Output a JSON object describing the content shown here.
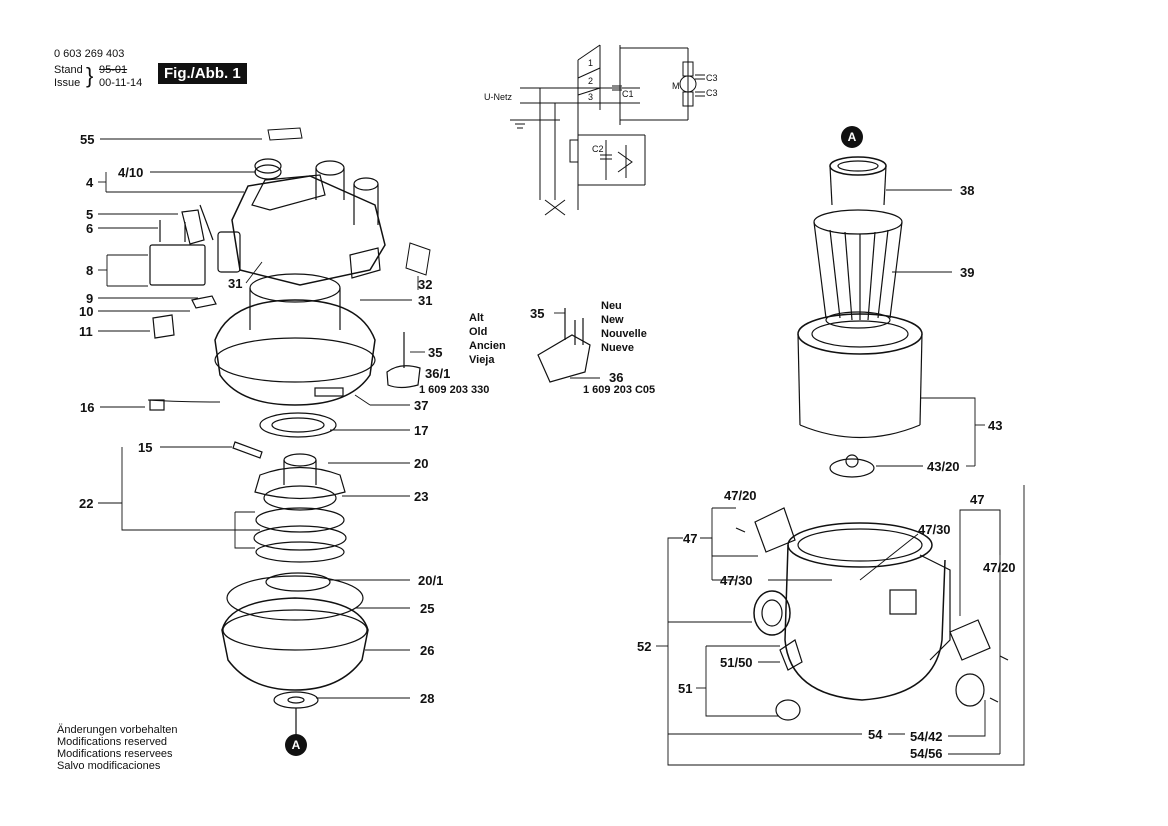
{
  "header": {
    "part_no": "0 603 269 403",
    "stand_label": "Stand",
    "issue_label": "Issue",
    "old_date": "95-01",
    "new_date": "00-11-14",
    "figure": "Fig./Abb. 1"
  },
  "notes": [
    "Änderungen vorbehalten",
    "Modifications reserved",
    "Modifications reservees",
    "Salvo modificaciones"
  ],
  "versions": {
    "old": [
      "Alt",
      "Old",
      "Ancien",
      "Vieja"
    ],
    "new": [
      "Neu",
      "New",
      "Nouvelle",
      "Nueve"
    ],
    "old_code": "1 609 203 330",
    "new_code": "1 609 203 C05"
  },
  "markers": {
    "a_top": "A",
    "a_bottom": "A"
  },
  "circuit": {
    "mains": "U-Netz",
    "c1": "C1",
    "c2": "C2",
    "c3a": "C3",
    "c3b": "C3",
    "m": "M",
    "n1": "1",
    "n2": "2",
    "n3": "3"
  },
  "labels": {
    "p55": "55",
    "p4": "4",
    "p410": "4/10",
    "p5": "5",
    "p6": "6",
    "p8": "8",
    "p9": "9",
    "p10": "10",
    "p11": "11",
    "p16": "16",
    "p15": "15",
    "p22": "22",
    "p31a": "31",
    "p31b": "31",
    "p32": "32",
    "p35a": "35",
    "p361": "36/1",
    "p37": "37",
    "p17": "17",
    "p20": "20",
    "p23": "23",
    "p201": "20/1",
    "p25": "25",
    "p26": "26",
    "p28": "28",
    "p35b": "35",
    "p36": "36",
    "p38": "38",
    "p39": "39",
    "p43": "43",
    "p4320": "43/20",
    "p47a": "47",
    "p4720a": "47/20",
    "p4730a": "47/30",
    "p4730b": "47/30",
    "p47b": "47",
    "p4720b": "47/20",
    "p52": "52",
    "p5150": "51/50",
    "p51": "51",
    "p54": "54",
    "p5442": "54/42",
    "p5456": "54/56"
  }
}
